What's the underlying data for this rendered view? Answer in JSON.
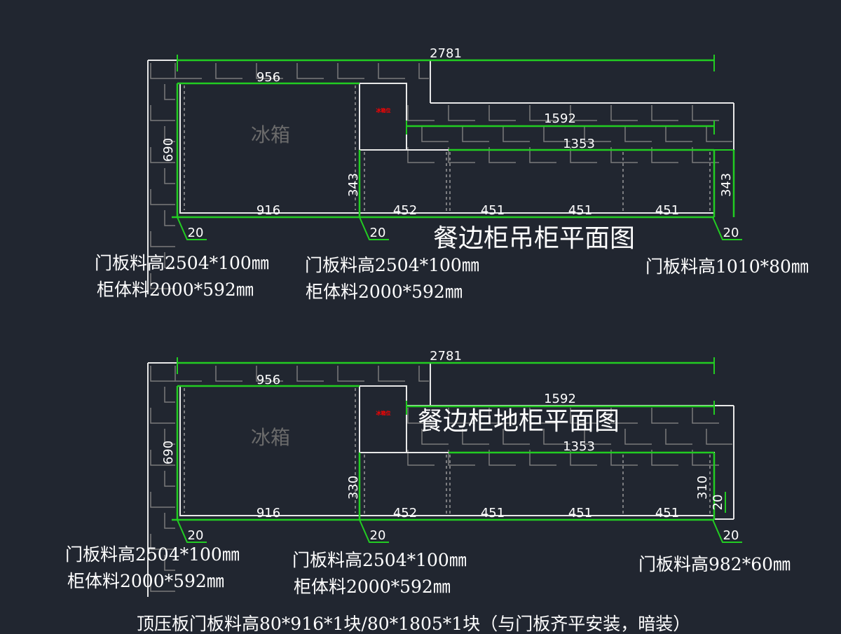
{
  "colors": {
    "background": "#212630",
    "wall": "#e8e8e8",
    "hatch": "#7a7a7a",
    "dimension": "#22cc22",
    "note": "#ff0000",
    "fridge_text": "#6b6b6b"
  },
  "top_plan": {
    "title": "餐边柜吊柜平面图",
    "fridge_label": "冰箱",
    "red_note": "冰箱位",
    "dims": {
      "overall": "2781",
      "fridge_width": "956",
      "right_section": "1592",
      "lower_cabinet": "1353",
      "depth": "690",
      "mid_depth": "343",
      "right_depth": "343",
      "fridge_inner": "916",
      "door1": "452",
      "door2": "451",
      "door3": "451",
      "door4": "451",
      "gap1": "20",
      "gap2": "20",
      "gap3": "20"
    },
    "notes": [
      {
        "line1": "门板料高2504*100㎜",
        "line2": "柜体料2000*592㎜"
      },
      {
        "line1": "门板料高2504*100㎜",
        "line2": "柜体料2000*592㎜"
      },
      {
        "line1": "门板料高1010*80㎜",
        "line2": ""
      }
    ]
  },
  "bottom_plan": {
    "title": "餐边柜地柜平面图",
    "fridge_label": "冰箱",
    "red_note": "冰箱位",
    "dims": {
      "overall": "2781",
      "fridge_width": "956",
      "right_section": "1592",
      "lower_cabinet": "1353",
      "depth": "690",
      "mid_depth": "330",
      "right_depth": "310",
      "fridge_inner": "916",
      "door1": "452",
      "door2": "451",
      "door3": "451",
      "door4": "451",
      "gap1": "20",
      "gap2": "20",
      "gap3": "20",
      "gap4": "20"
    },
    "notes": [
      {
        "line1": "门板料高2504*100㎜",
        "line2": "柜体料2000*592㎜"
      },
      {
        "line1": "门板料高2504*100㎜",
        "line2": "柜体料2000*592㎜"
      },
      {
        "line1": "门板料高982*60㎜",
        "line2": ""
      }
    ]
  },
  "footer_note": "顶压板门板料高80*916*1块/80*1805*1块（与门板齐平安装，暗装）"
}
